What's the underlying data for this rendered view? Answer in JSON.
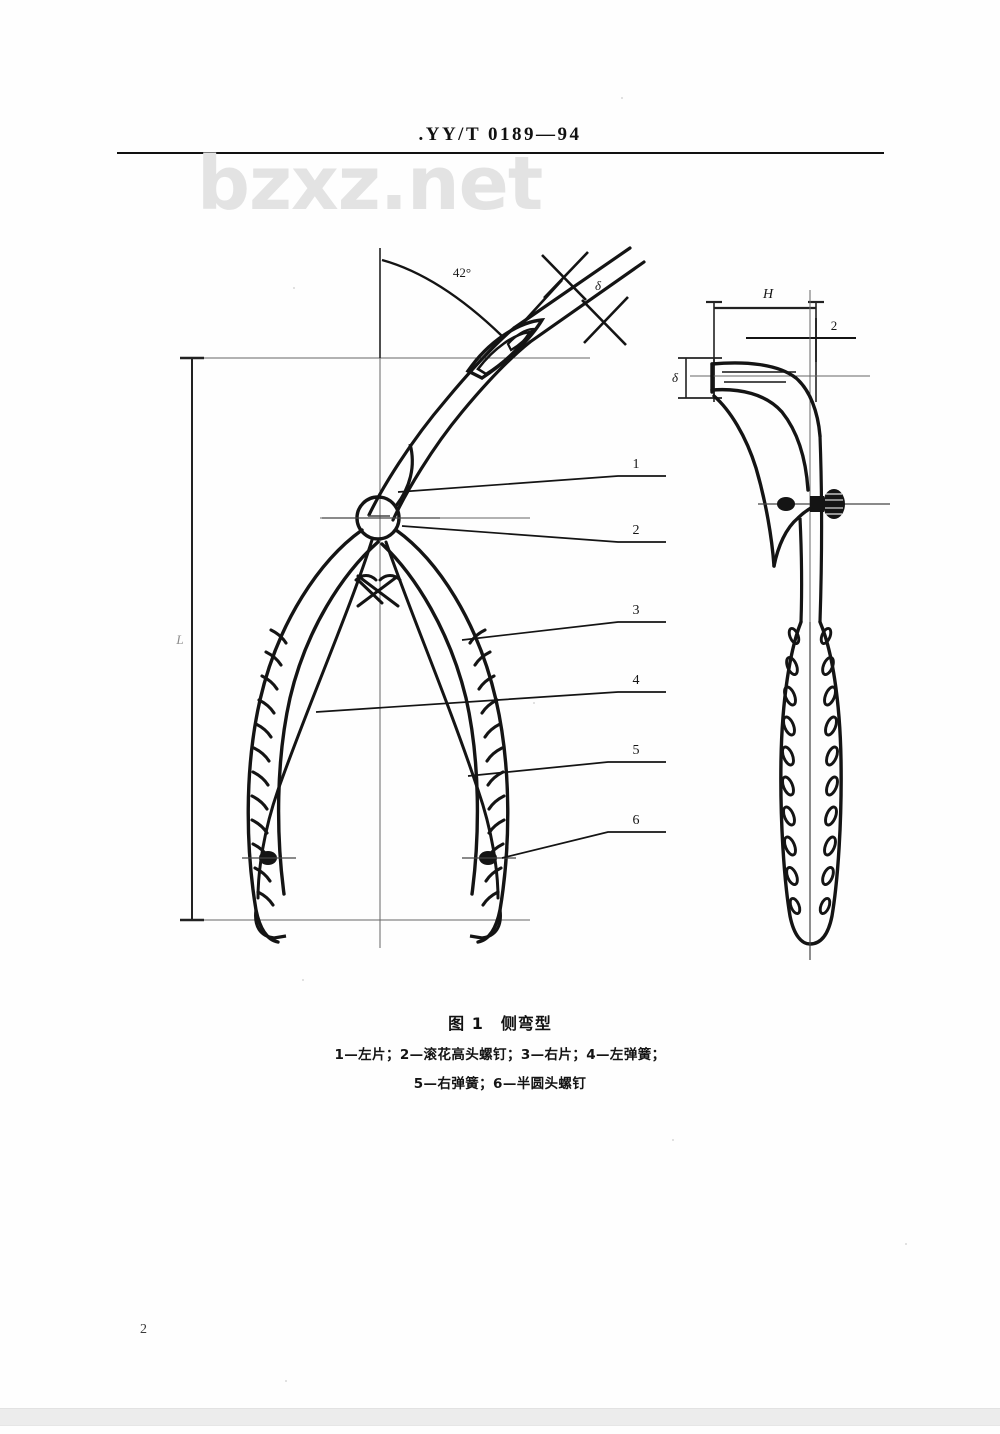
{
  "header": {
    "standard_code": ".YY/T 0189—94"
  },
  "watermark": {
    "text": "bzxz.net"
  },
  "figure": {
    "angle_label": "42°",
    "thickness_label_front": "δ",
    "thickness_label_side": "δ",
    "height_label": "H",
    "length_label": "L",
    "side_detail_label": "2",
    "callouts": [
      {
        "num": "1"
      },
      {
        "num": "2"
      },
      {
        "num": "3"
      },
      {
        "num": "4"
      },
      {
        "num": "5"
      },
      {
        "num": "6"
      }
    ]
  },
  "caption": {
    "title": "图 1　侧弯型",
    "legend_line1": "1—左片；2—滚花高头螺钉；3—右片；4—左弹簧；",
    "legend_line2": "5—右弹簧；6—半圆头螺钉"
  },
  "footer": {
    "page_number": "2"
  },
  "colors": {
    "ink": "#141414",
    "thin_line": "#555555",
    "watermark": "#e3e3e3",
    "paper": "#fefefe"
  }
}
